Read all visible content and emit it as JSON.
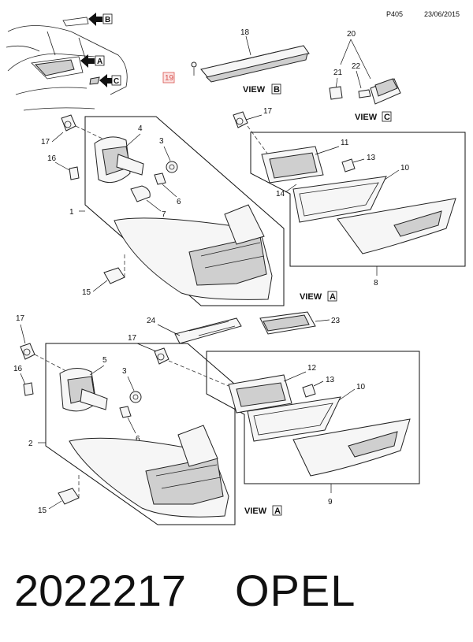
{
  "header": {
    "page_code": "P405",
    "date": "23/06/2015"
  },
  "views": {
    "b": "VIEW",
    "b_letter": "B",
    "c": "VIEW",
    "c_letter": "C",
    "a1": "VIEW",
    "a1_letter": "A",
    "a2": "VIEW",
    "a2_letter": "A"
  },
  "callouts": {
    "b_letter": "B",
    "a_letter": "A",
    "c_letter": "C",
    "n1": "1",
    "n2": "2",
    "n3a": "3",
    "n3b": "3",
    "n4": "4",
    "n5": "5",
    "n6a": "6",
    "n6b": "6",
    "n7": "7",
    "n8": "8",
    "n9": "9",
    "n10a": "10",
    "n10b": "10",
    "n11": "11",
    "n12": "12",
    "n13a": "13",
    "n13b": "13",
    "n14": "14",
    "n15a": "15",
    "n15b": "15",
    "n16a": "16",
    "n16b": "16",
    "n17a": "17",
    "n17b": "17",
    "n17c": "17",
    "n17d": "17",
    "n18": "18",
    "n19": "19",
    "n20": "20",
    "n21": "21",
    "n22": "22",
    "n23": "23",
    "n24": "24"
  },
  "footer": {
    "part_number": "2022217",
    "brand": "OPEL"
  },
  "colors": {
    "highlight": "#d9534f"
  }
}
